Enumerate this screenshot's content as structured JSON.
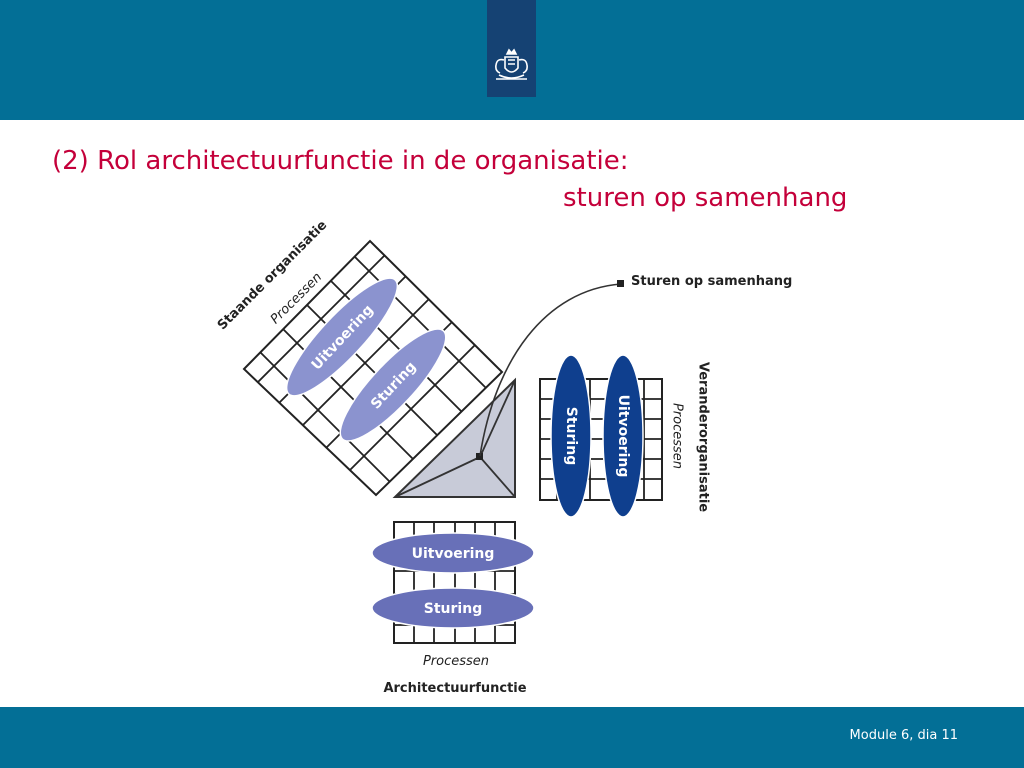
{
  "header": {
    "logo_icon": "coat-of-arms-icon",
    "bar_color": "#036f96",
    "logo_color": "#154273"
  },
  "title": {
    "line1": "(2) Rol architectuurfunctie in de organisatie:",
    "line2": "sturen op samenhang",
    "color": "#c4003a"
  },
  "diagram": {
    "staande": {
      "title": "Staande organisatie",
      "subtitle": "Processen",
      "ellipse1": "Uitvoering",
      "ellipse2": "Sturing"
    },
    "verander": {
      "title": "Veranderorganisatie",
      "subtitle": "Processen",
      "ellipse1": "Sturing",
      "ellipse2": "Uitvoering"
    },
    "architectuur": {
      "title": "Architectuurfunctie",
      "subtitle": "Processen",
      "ellipse1": "Uitvoering",
      "ellipse2": "Sturing"
    },
    "callout": "Sturen op samenhang"
  },
  "footer": {
    "slide_label": "Module 6, dia 11"
  }
}
